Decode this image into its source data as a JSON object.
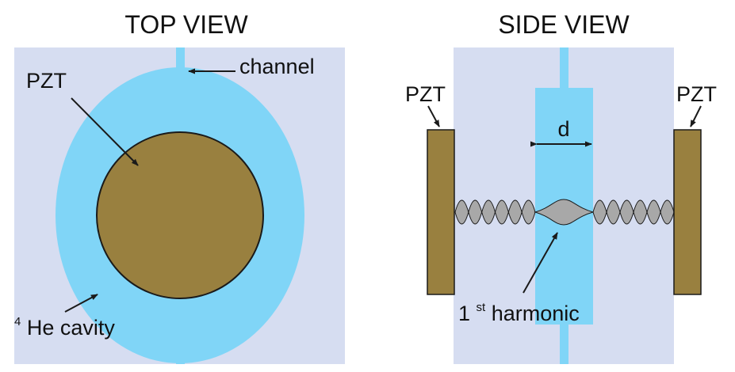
{
  "top_view": {
    "title": "TOP VIEW",
    "labels": {
      "channel": "channel",
      "pzt": "PZT",
      "cavity_sup": "4",
      "cavity": "He cavity"
    }
  },
  "side_view": {
    "title": "SIDE VIEW",
    "labels": {
      "pzt_left": "PZT",
      "pzt_right": "PZT",
      "gap": "d",
      "harmonic_num": "1",
      "harmonic_sup": "st",
      "harmonic": " harmonic"
    }
  },
  "colors": {
    "substrate": "#d6ddf1",
    "helium": "#80d5f7",
    "pzt": "#99803f",
    "wave": "#a8a8a8",
    "outline": "#1a1a1a"
  },
  "icons": [
    "arrow-icon"
  ]
}
